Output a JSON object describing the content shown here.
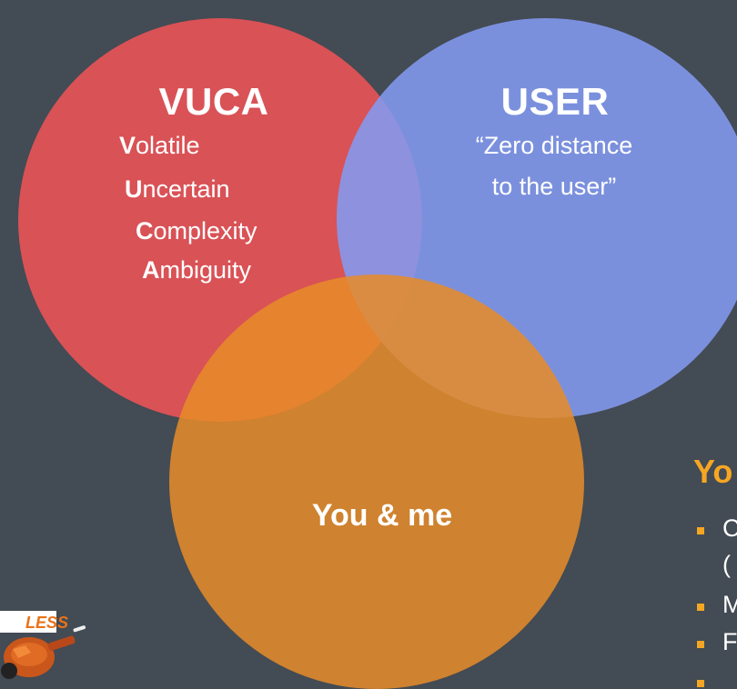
{
  "circles": {
    "vuca": {
      "title": "VUCA",
      "lines": [
        {
          "initial": "V",
          "rest": "olatile"
        },
        {
          "initial": "U",
          "rest": "ncertain"
        },
        {
          "initial": "C",
          "rest": "omplexity"
        },
        {
          "initial": "A",
          "rest": "mbiguity"
        }
      ],
      "color": "#ea5356"
    },
    "user": {
      "title": "USER",
      "quote_line1": "“Zero distance",
      "quote_line2": "to the user”",
      "color": "#839af0"
    },
    "you_me": {
      "title": "You & me",
      "color": "#e78c29"
    }
  },
  "side_panel": {
    "title": "Yo",
    "bullets": [
      "C",
      "(",
      "M",
      "F"
    ],
    "accent": "#f5a623"
  },
  "logo": {
    "text": "LESS",
    "icon": "angle-grinder-icon"
  }
}
